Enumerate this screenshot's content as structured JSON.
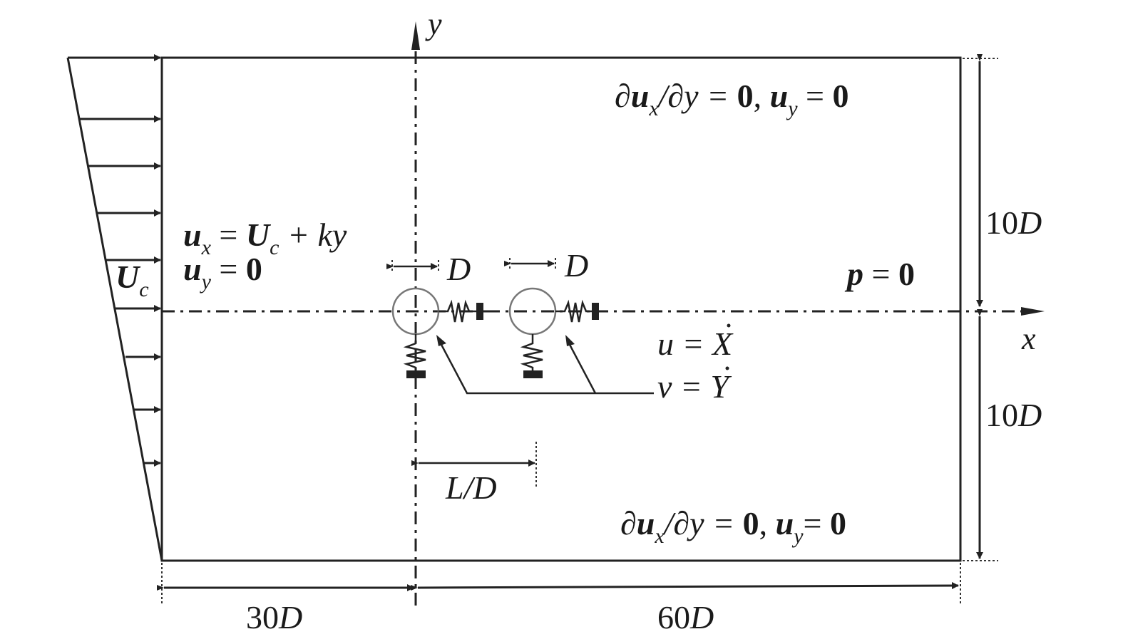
{
  "figure": {
    "axes": {
      "x_label": "x",
      "y_label": "y"
    },
    "inlet": {
      "profile_label_main": "U",
      "profile_label_sub": "c",
      "bc_line1": {
        "var": "u",
        "sub": "x",
        "eq": " = ",
        "rhs_var": "U",
        "rhs_sub": "c",
        "rhs_rest": " + ky"
      },
      "bc_line2": {
        "var": "u",
        "sub": "y",
        "eq": " = ",
        "rhs": "0"
      }
    },
    "top_bc": {
      "prefix": "∂",
      "var": "u",
      "sub": "x",
      "mid": "/∂y = ",
      "zero": "0",
      "comma": ", ",
      "var2": "u",
      "sub2": "y",
      "eq2": " = ",
      "zero2": "0"
    },
    "bottom_bc": {
      "prefix": "∂",
      "var": "u",
      "sub": "x",
      "mid": "/∂y = ",
      "zero": "0",
      "comma": ", ",
      "var2": "u",
      "sub2": "y",
      "eq2": "= ",
      "zero2": "0"
    },
    "outlet_bc": {
      "var": "p",
      "eq": " = ",
      "rhs": "0"
    },
    "cylinder_diameter_label": "D",
    "cylinder2_diameter_label": "D",
    "velocity_bc": {
      "line1_lhs": "u = ",
      "line1_rhs": "X",
      "line2_lhs": "v = ",
      "line2_rhs": "Y"
    },
    "spacing_label": "L/D",
    "dimensions": {
      "upstream": {
        "num": "30",
        "unit": "D"
      },
      "downstream": {
        "num": "60",
        "unit": "D"
      },
      "upper_half": {
        "num": "10",
        "unit": "D"
      },
      "lower_half": {
        "num": "10",
        "unit": "D"
      }
    }
  }
}
